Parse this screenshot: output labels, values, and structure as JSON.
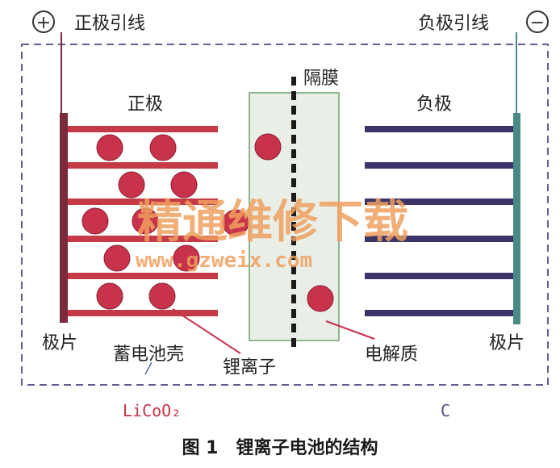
{
  "labels": {
    "positive_lead": "正极引线",
    "negative_lead": "负极引线",
    "separator": "隔膜",
    "positive_electrode": "正极",
    "negative_electrode": "负极",
    "left_plate": "极片",
    "right_plate": "极片",
    "battery_case": "蓄电池壳",
    "lithium_ion": "锂离子",
    "electrolyte": "电解质"
  },
  "terminals": {
    "positive_symbol": "+",
    "negative_symbol": "−"
  },
  "materials": {
    "cathode": "LiCoO₂",
    "anode": "C"
  },
  "caption": "图 1　锂离子电池的结构",
  "watermark": {
    "line1": "精通维修下载",
    "line2": "www.gzweix.com"
  },
  "colors": {
    "cathode_plate": "#7a2a3a",
    "cathode_layer": "#c43a46",
    "ion": "#c8324a",
    "anode_plate": "#4a8a86",
    "anode_layer": "#3a3468",
    "separator_fill": "#e9efe7",
    "separator_border": "#8fb591",
    "case_border": "#6a5b92",
    "licoo2_text": "#c8324a",
    "c_text": "#5a4a8a"
  }
}
